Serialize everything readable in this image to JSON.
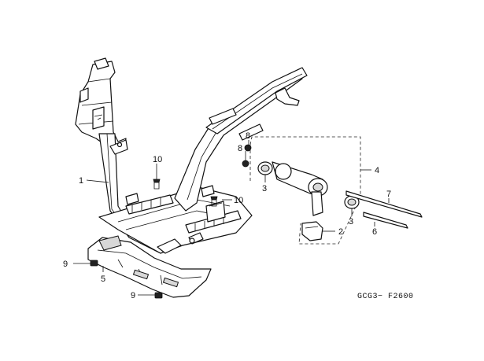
{
  "diagram": {
    "callouts": {
      "c1": "1",
      "c2": "2",
      "c3a": "3",
      "c3b": "3",
      "c4": "4",
      "c5": "5",
      "c6": "6",
      "c7": "7",
      "c8a": "8",
      "c8b": "8",
      "c9a": "9",
      "c9b": "9",
      "c10a": "10",
      "c10b": "10"
    },
    "drawing_code": "GCG3− F2600"
  }
}
